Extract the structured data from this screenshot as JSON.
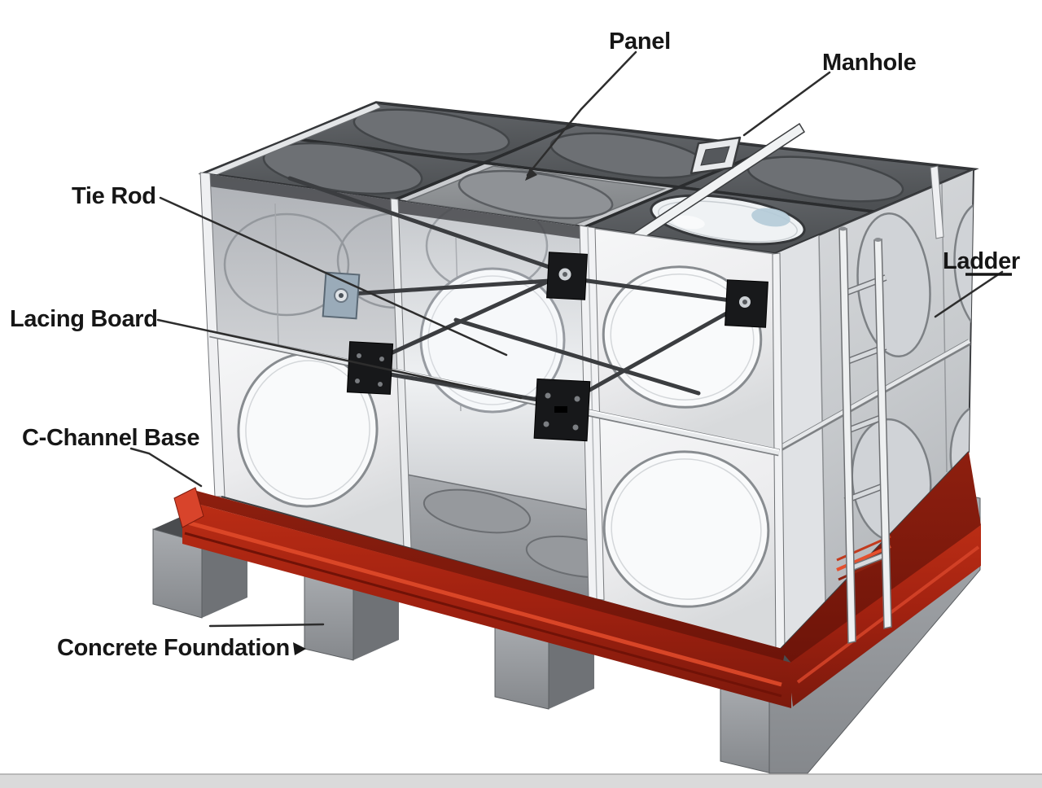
{
  "diagram": {
    "labels": {
      "panel": "Panel",
      "manhole": "Manhole",
      "tie_rod": "Tie Rod",
      "lacing_board": "Lacing Board",
      "c_channel_base": "C-Channel Base",
      "concrete_foundation": "Concrete Foundation",
      "ladder": "Ladder"
    },
    "colors": {
      "c_channel_red": "#a82413",
      "c_channel_highlight": "#e04a2a",
      "concrete_gray": "#95989d",
      "panel_dark_gray": "#595c5f",
      "tank_white": "#f2f3f4",
      "label_text": "#161616",
      "background": "#ffffff"
    }
  }
}
